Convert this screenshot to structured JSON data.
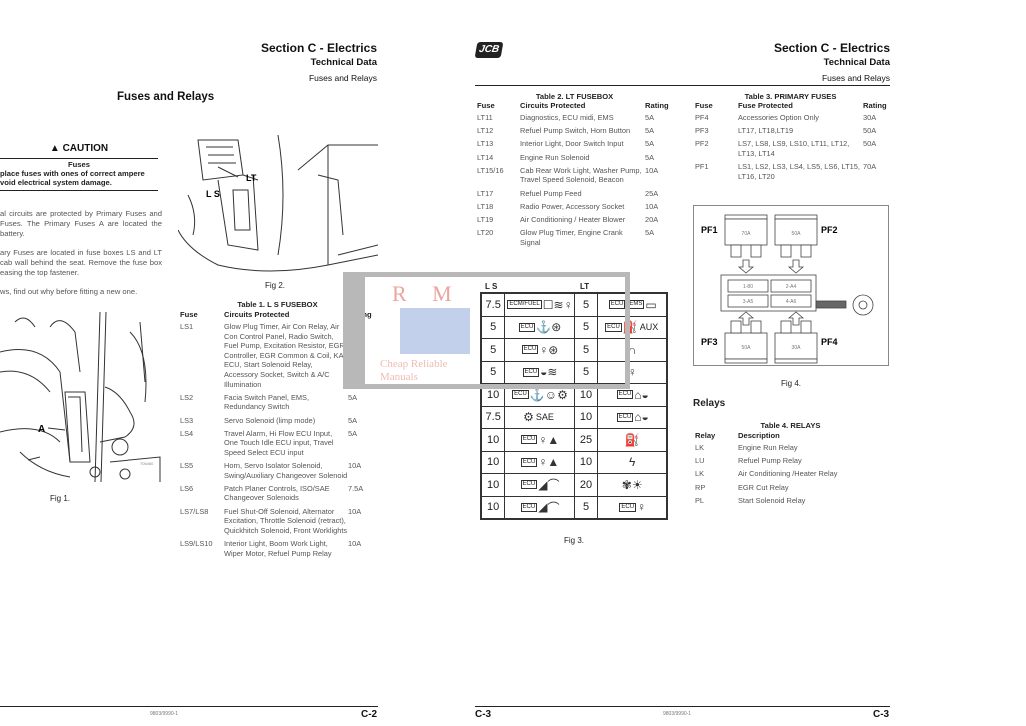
{
  "left_page": {
    "header": {
      "section": "Section C - Electrics",
      "subsection": "Technical Data",
      "topic": "Fuses and Relays"
    },
    "title": "Fuses and Relays",
    "caution": {
      "label": "CAUTION",
      "heading": "Fuses",
      "text_line1": "place fuses with ones of correct ampere",
      "text_line2": "void electrical system damage."
    },
    "paragraphs": [
      "al circuits are protected by Primary Fuses and Fuses. The Primary Fuses A are located the battery.",
      "ary Fuses are located in fuse boxes LS and LT cab wall behind the seat. Remove the fuse box easing the top fastener.",
      "ws, find out why before fitting a new one."
    ],
    "fig1": {
      "caption": "Fig 1.",
      "callout": "A",
      "code": "706460"
    },
    "fig2": {
      "caption": "Fig 2.",
      "callout_ls": "L S",
      "callout_lt": "LT",
      "code": "A437400"
    },
    "table1": {
      "title": "Table 1.  L S FUSEBOX",
      "headers": [
        "Fuse",
        "Circuits Protected",
        "Rating"
      ],
      "rows": [
        [
          "LS1",
          "Glow Plug Timer, Air Con Relay, Air Con Control Panel, Radio Switch, Fuel Pump, Excitation Resistor, EGR Controller, EGR Common & Coil, KAT ECU, Start Solenoid Relay, Accessory Socket, Switch & A/C Illumination",
          "7.5A"
        ],
        [
          "LS2",
          "Facia Switch Panel, EMS, Redundancy Switch",
          "5A"
        ],
        [
          "LS3",
          "Servo Solenoid (limp mode)",
          "5A"
        ],
        [
          "LS4",
          "Travel Alarm, Hi Flow ECU Input, One Touch Idle ECU input, Travel Speed Select ECU input",
          "5A"
        ],
        [
          "LS5",
          "Horn, Servo Isolator Solenoid, Swing/Auxiliary Changeover Solenoid",
          "10A"
        ],
        [
          "LS6",
          "Patch Planer Controls, ISO/SAE Changeover Solenoids",
          "7.5A"
        ],
        [
          "LS7/LS8",
          "Fuel Shut-Off Solenoid, Alternator Excitation, Throttle Solenoid (retract), Quickhitch Solenoid, Front Worklights",
          "10A"
        ],
        [
          "LS9/LS10",
          "Interior Light, Boom Work Light, Wiper Motor, Refuel Pump Relay",
          "10A"
        ]
      ]
    },
    "footer": {
      "doc_number": "9803/9990-1",
      "page": "C-2"
    }
  },
  "right_page": {
    "logo": "JCB",
    "header": {
      "section": "Section C - Electrics",
      "subsection": "Technical Data",
      "topic": "Fuses and Relays"
    },
    "table2": {
      "title": "Table 2.  LT FUSEBOX",
      "headers": [
        "Fuse",
        "Circuits Protected",
        "Rating"
      ],
      "rows": [
        [
          "LT11",
          "Diagnostics, ECU midi, EMS",
          "5A"
        ],
        [
          "LT12",
          "Refuel Pump Switch, Horn Button",
          "5A"
        ],
        [
          "LT13",
          "Interior Light, Door Switch Input",
          "5A"
        ],
        [
          "LT14",
          "Engine Run Solenoid",
          "5A"
        ],
        [
          "LT15/16",
          "Cab Rear Work Light, Washer Pump, Travel Speed Solenoid, Beacon",
          "10A"
        ],
        [
          "LT17",
          "Refuel Pump Feed",
          "25A"
        ],
        [
          "LT18",
          "Radio Power, Accessory Socket",
          "10A"
        ],
        [
          "LT19",
          "Air Conditioning / Heater Blower",
          "20A"
        ],
        [
          "LT20",
          "Glow Plug Timer, Engine Crank Signal",
          "5A"
        ]
      ]
    },
    "table3": {
      "title": "Table 3.  PRIMARY FUSES",
      "headers": [
        "Fuse",
        "Fuse Protected",
        "Rating"
      ],
      "rows": [
        [
          "PF4",
          "Accessories Option Only",
          "30A"
        ],
        [
          "PF3",
          "LT17, LT18,LT19",
          "50A"
        ],
        [
          "PF2",
          "LS7, LS8, LS9, LS10, LT11, LT12, LT13, LT14",
          "50A"
        ],
        [
          "PF1",
          "LS1, LS2, LS3, LS4, LS5, LS6, LT15, LT16, LT20",
          "70A"
        ]
      ]
    },
    "fig3": {
      "caption": "Fig 3.",
      "col_ls": "L S",
      "col_lt": "LT",
      "rows": [
        {
          "ls": "7.5",
          "ls_icons": [
            "ECM/FUEL",
            "pump-icon",
            "signal-icon",
            "bulb-icon"
          ],
          "lt": "5",
          "lt_icons": [
            "ECU",
            "EMS",
            "battery-icon"
          ]
        },
        {
          "ls": "5",
          "ls_icons": [
            "ECU",
            "joystick-icon",
            "wheel-icon"
          ],
          "lt": "5",
          "lt_icons": [
            "ECU",
            "fuel-icon",
            "AUX"
          ]
        },
        {
          "ls": "5",
          "ls_icons": [
            "ECU",
            "bulb-icon",
            "wheel-icon"
          ],
          "lt": "5",
          "lt_icons": [
            "dome-light-icon"
          ]
        },
        {
          "ls": "5",
          "ls_icons": [
            "ECU",
            "horn-icon",
            "signal-icon"
          ],
          "lt": "5",
          "lt_icons": [
            "bulb-icon"
          ]
        },
        {
          "ls": "10",
          "ls_icons": [
            "ECU",
            "joystick-icon",
            "person-icon",
            "gear-icon"
          ],
          "lt": "10",
          "lt_icons": [
            "ECU",
            "travel-icon",
            "horn-icon"
          ]
        },
        {
          "ls": "7.5",
          "ls_icons": [
            "gear-icon",
            "SAE"
          ],
          "lt": "10",
          "lt_icons": [
            "ECU",
            "travel-icon",
            "horn-icon"
          ]
        },
        {
          "ls": "10",
          "ls_icons": [
            "ECU",
            "bulb-icon",
            "mountain-icon"
          ],
          "lt": "25",
          "lt_icons": [
            "fuel-icon"
          ]
        },
        {
          "ls": "10",
          "ls_icons": [
            "ECU",
            "bulb-icon",
            "mountain-icon"
          ],
          "lt": "10",
          "lt_icons": [
            "lightning-icon"
          ]
        },
        {
          "ls": "10",
          "ls_icons": [
            "ECU",
            "worklight-icon",
            "wiper-icon"
          ],
          "lt": "20",
          "lt_icons": [
            "fan-icon",
            "sun-icon"
          ]
        },
        {
          "ls": "10",
          "ls_icons": [
            "ECU",
            "worklight-icon",
            "wiper-icon"
          ],
          "lt": "5",
          "lt_icons": [
            "ECU",
            "bulb-icon"
          ]
        }
      ]
    },
    "fig4": {
      "caption": "Fig 4.",
      "labels": [
        "PF1",
        "PF2",
        "PF3",
        "PF4"
      ],
      "fuse_values": [
        "70A",
        "50A",
        "50A",
        "30A"
      ],
      "slot_labels": [
        "1-80",
        "2-A4",
        "3-A5",
        "4-A6"
      ]
    },
    "relays": {
      "heading": "Relays",
      "table4": {
        "title": "Table 4.  RELAYS",
        "headers": [
          "Relay",
          "Description"
        ],
        "rows": [
          [
            "LK",
            "Engine Run Relay"
          ],
          [
            "LU",
            "Refuel Pump Relay"
          ],
          [
            "LK",
            "Air Conditioning /Heater Relay"
          ],
          [
            "RP",
            "EGR Cut Relay"
          ],
          [
            "PL",
            "Start Solenoid Relay"
          ]
        ]
      }
    },
    "footer": {
      "page_left": "C-3",
      "doc_number": "9803/9990-1",
      "page_right": "C-3"
    }
  },
  "watermark": {
    "brand": "R M",
    "tagline": "Cheap Reliable Manuals"
  }
}
